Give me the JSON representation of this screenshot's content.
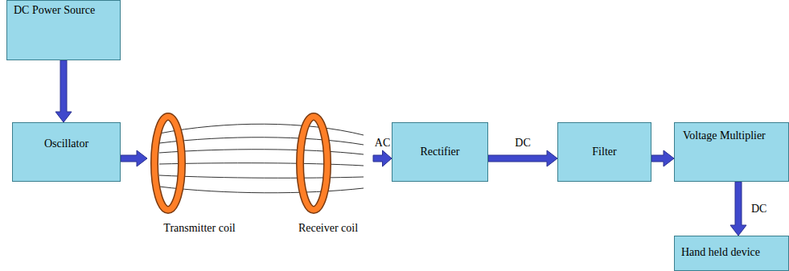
{
  "diagram": {
    "nodes": [
      {
        "text": [
          "DC Power Source"
        ]
      },
      {
        "text": [
          "Oscillator"
        ]
      },
      {
        "text": [
          "Transmitter coil"
        ]
      },
      {
        "text": [
          "Receiver coil"
        ]
      },
      {
        "text": [
          "Rectifier"
        ]
      },
      {
        "text": [
          "Filter"
        ]
      },
      {
        "text": [
          "Voltage Multiplier"
        ]
      },
      {
        "text": [
          "Hand held device"
        ]
      }
    ],
    "edges": [
      {
        "from": 0,
        "to": 1,
        "arrow": "to"
      },
      {
        "from": 1,
        "to": 2,
        "arrow": "to"
      },
      {
        "from": 3,
        "to": 4,
        "label": "AC",
        "arrow": "to"
      },
      {
        "from": 4,
        "to": 5,
        "label": "DC",
        "arrow": "to"
      },
      {
        "from": 5,
        "to": 6,
        "arrow": "to"
      },
      {
        "from": 6,
        "to": 7,
        "label": "DC",
        "arrow": "to"
      }
    ]
  }
}
